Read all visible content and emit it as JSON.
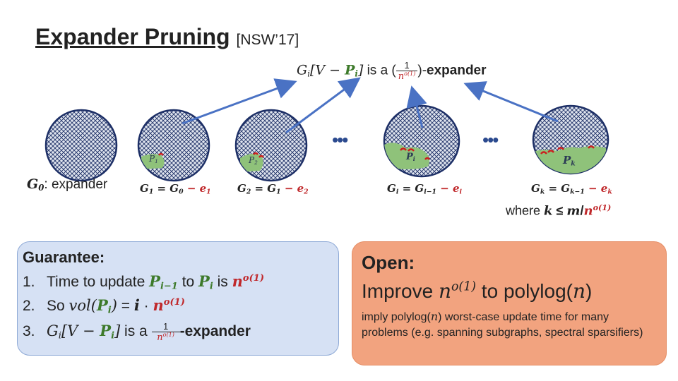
{
  "title": {
    "main": "Expander Pruning",
    "ref": "[NSW’17]"
  },
  "claim": {
    "prefix": "G",
    "sub_i": "i",
    "bracket": "[V − ",
    "P": "P",
    "sub_i2": "i",
    "close": "]",
    "is_a": " is a (",
    "frac_num": "1",
    "frac_den_base": "n",
    "frac_den_exp": "o(1)",
    "after": ")-",
    "expander": "expander"
  },
  "dots": [
    "•••",
    "•••"
  ],
  "captions": {
    "g0": {
      "G": "G",
      "sub": "0",
      "text": ": expander"
    },
    "g1": {
      "lhs": "G",
      "lsub": "1",
      "eq": " = G",
      "rsub": "0",
      "minus": " − e",
      "esub": "1"
    },
    "g2": {
      "lhs": "G",
      "lsub": "2",
      "eq": " = G",
      "rsub": "1",
      "minus": " − e",
      "esub": "2"
    },
    "gi": {
      "lhs": "G",
      "lsub": "i",
      "eq": " = G",
      "rsub": "i−1",
      "minus": " − e",
      "esub": "i"
    },
    "gk": {
      "lhs": "G",
      "lsub": "k",
      "eq": " = G",
      "rsub": "k−1",
      "minus": " − e",
      "esub": "k"
    }
  },
  "pruned_labels": [
    {
      "P": "P",
      "sub": "1"
    },
    {
      "P": "P",
      "sub": "2"
    },
    {
      "P": "P",
      "sub": "i"
    },
    {
      "P": "P",
      "sub": "k"
    }
  ],
  "where": {
    "word": "where ",
    "k": "k",
    "le": " ≤ ",
    "m": "m",
    "slash": "/",
    "n": "n",
    "exp": "o(1)"
  },
  "guarantee": {
    "title": "Guarantee:",
    "item1": {
      "num": "1.",
      "text1": "Time to update ",
      "P1": "P",
      "s1": "i−1",
      "to": " to ",
      "P2": "P",
      "s2": "i",
      "is": " is ",
      "n": "n",
      "exp": "o(1)"
    },
    "item2": {
      "num": "2.",
      "text1": "So ",
      "vol": "vol",
      "open": "(",
      "P": "P",
      "s": "i",
      "close": ")",
      "eq": " = ",
      "i": "i",
      "dot": " · ",
      "n": "n",
      "exp": "o(1)"
    },
    "item3": {
      "num": "3.",
      "G": "G",
      "s": "i",
      "bracket": "[V − ",
      "P": "P",
      "s2": "i",
      "close": "]",
      "is_a": " is a ",
      "frac_num": "1",
      "frac_den_base": "n",
      "frac_den_exp": "o(1)",
      "after": "-expander"
    }
  },
  "open": {
    "title": "Open:",
    "line1": {
      "text1": "Improve ",
      "n": "n",
      "exp": "o(1)",
      "text2": " to polylog(",
      "arg": "n",
      "text3": ")"
    },
    "body": {
      "text1": "imply polylog(",
      "arg": "n",
      "text2": ") worst-case update time for many problems (e.g. spanning subgraphs, spectral sparsifiers)"
    }
  },
  "colors": {
    "ball_fill": "#6b89c7",
    "ball_stroke": "#1d2f66",
    "pruned": "#8fc27a",
    "edge": "#cc1f1f",
    "arrow": "#4a72c4",
    "left_box": "#d6e1f4",
    "right_box": "#f2a37f"
  }
}
